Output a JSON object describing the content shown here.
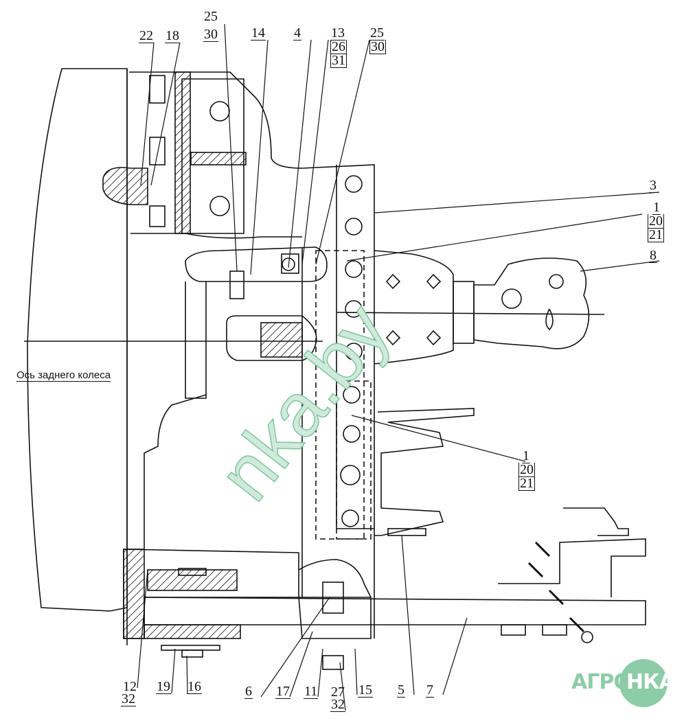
{
  "axis_label": "Ось заднего колеса",
  "watermark": "nka.by",
  "logo": {
    "left": "АГРО",
    "right": "НКА"
  },
  "labels_top": {
    "l25_30_a": {
      "top": "25",
      "bottom": "30"
    },
    "l22": "22",
    "l18": "18",
    "l14": "14",
    "l4": "4",
    "l13_26_31": {
      "a": "13",
      "b": "26",
      "c": "31"
    },
    "l25_30_b": {
      "top": "25",
      "bottom": "30"
    }
  },
  "labels_right": {
    "l3": "3",
    "l1_20_21_a": {
      "a": "1",
      "b": "20",
      "c": "21"
    },
    "l8": "8",
    "l1_20_21_b": {
      "a": "1",
      "b": "20",
      "c": "21"
    }
  },
  "labels_bottom": {
    "l12_32": {
      "top": "12",
      "bottom": "32"
    },
    "l19": "19",
    "l16": "16",
    "l6": "6",
    "l17": "17",
    "l11": "11",
    "l27_32": {
      "top": "27",
      "bottom": "32"
    },
    "l15": "15",
    "l5": "5",
    "l7": "7"
  }
}
